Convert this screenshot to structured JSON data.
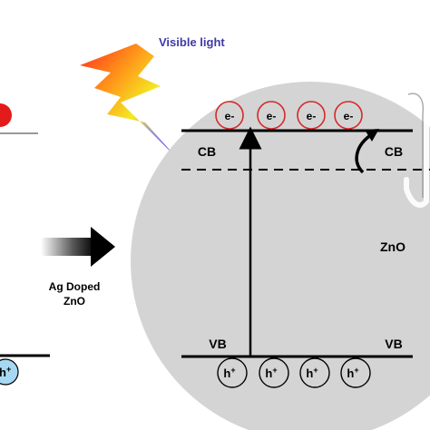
{
  "light_label": "Visible light",
  "arrow_label_line1": "Ag Doped",
  "arrow_label_line2": "ZnO",
  "cb_left": "CB",
  "cb_right": "CB",
  "vb_left": "VB",
  "vb_right": "VB",
  "material": "ZnO",
  "electrons": [
    "e-",
    "e-",
    "e-",
    "e-"
  ],
  "holes": [
    "h",
    "h",
    "h",
    "h"
  ],
  "hole_charge": "+",
  "left_hole_label": "h",
  "colors": {
    "sphere": "#d4d4d4",
    "electron_ring": "#d42a2a",
    "light_text": "#3f3aa8",
    "ag_dot": "#e21b1b",
    "left_hole_fill": "#a7d8f2"
  }
}
